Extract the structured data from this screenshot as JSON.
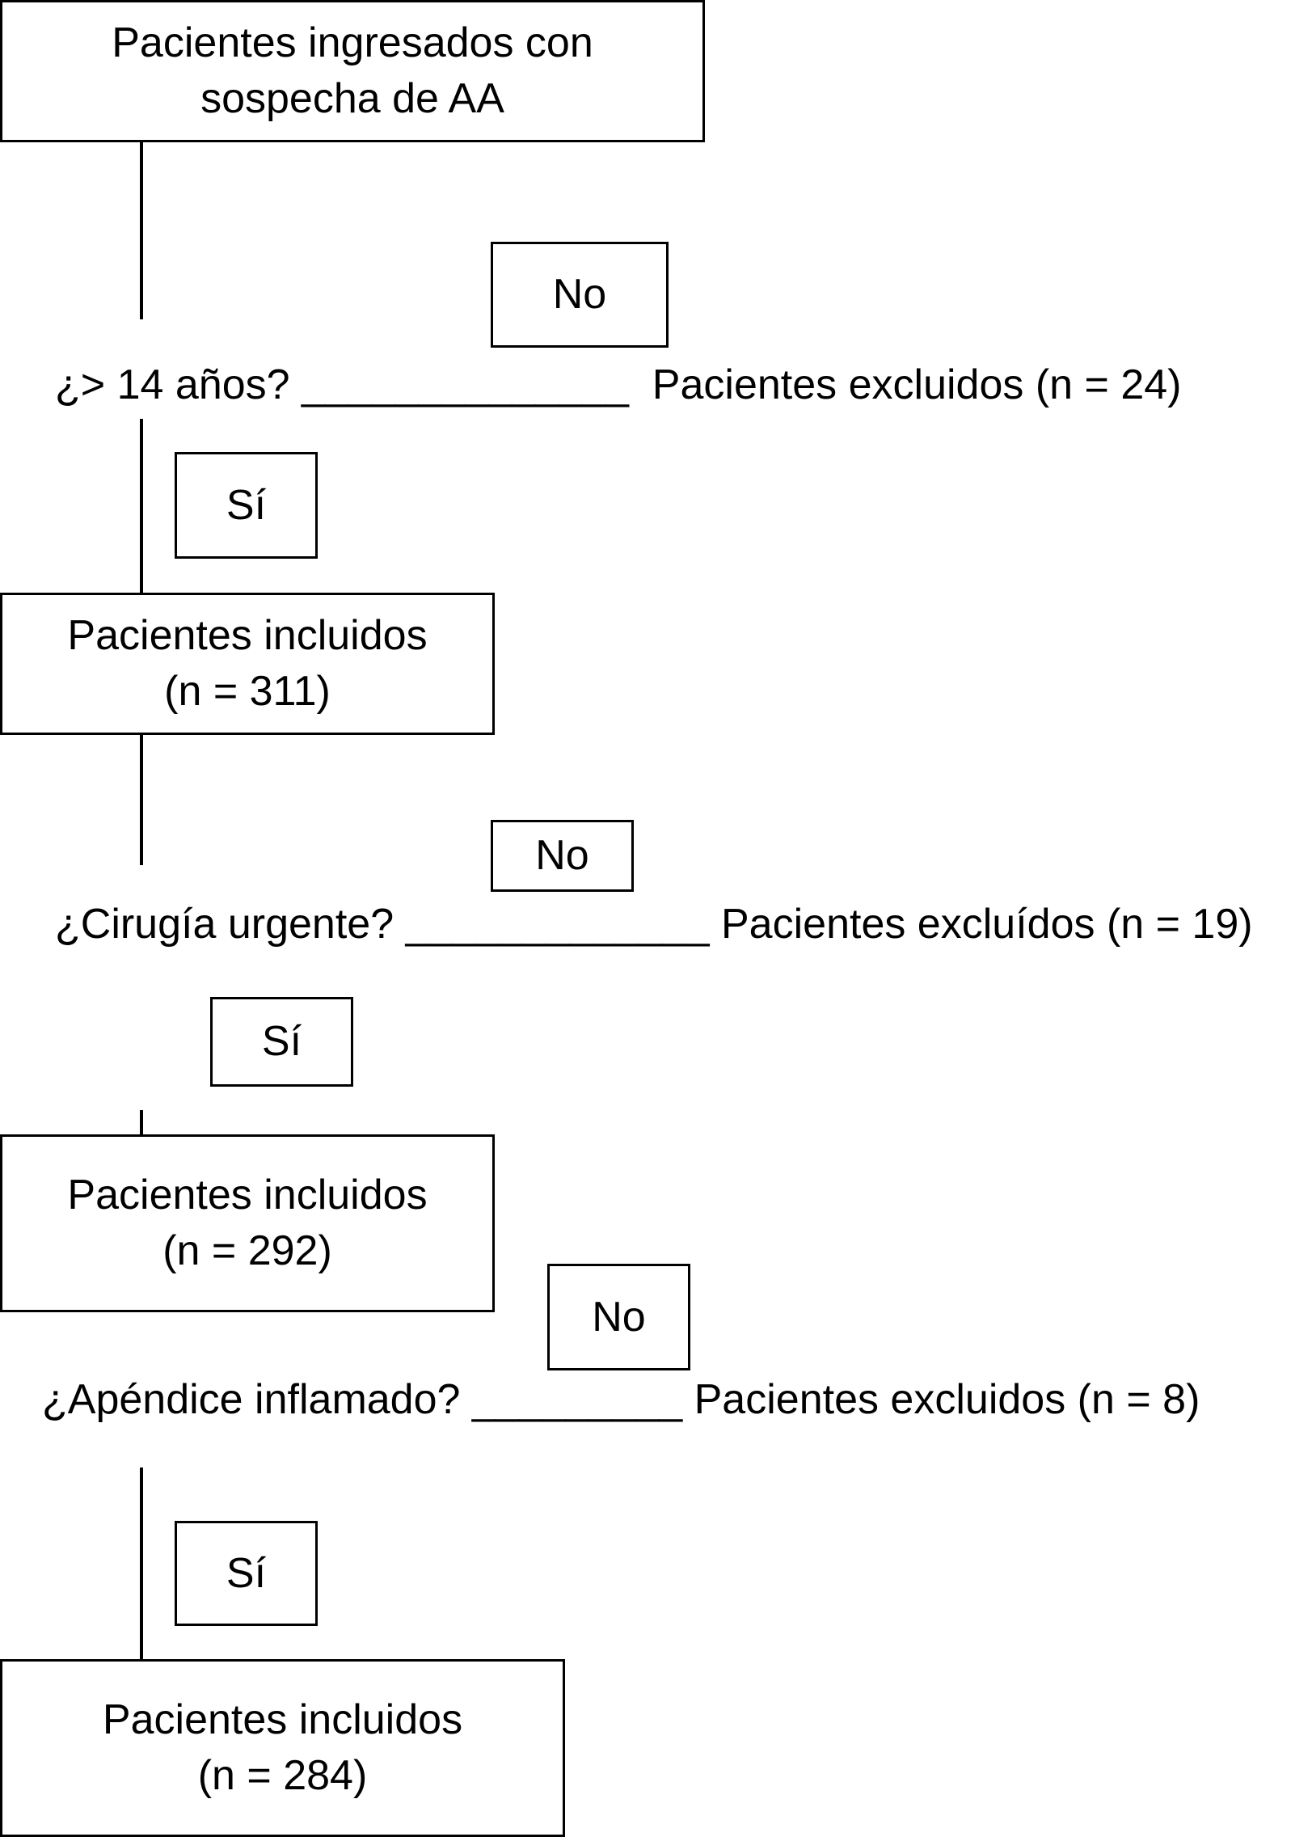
{
  "start": {
    "line1": "Pacientes ingresados con",
    "line2": "sospecha de AA"
  },
  "steps": [
    {
      "no_label": "No",
      "question": "¿> 14 años?",
      "blank": "______________",
      "excluded": "Pacientes excluidos (n = 24)",
      "yes_label": "Sí",
      "included_line1": "Pacientes incluidos",
      "included_line2": "(n = 311)"
    },
    {
      "no_label": "No",
      "question": "¿Cirugía urgente?",
      "blank": "_____________",
      "excluded": "Pacientes excluídos (n = 19)",
      "yes_label": "Sí",
      "included_line1": "Pacientes incluidos",
      "included_line2": "(n = 292)"
    },
    {
      "no_label": "No",
      "question": "¿Apéndice inflamado?",
      "blank": "_________",
      "excluded": "Pacientes excluidos (n = 8)",
      "yes_label": "Sí",
      "included_line1": "Pacientes incluidos",
      "included_line2": "(n = 284)"
    }
  ]
}
